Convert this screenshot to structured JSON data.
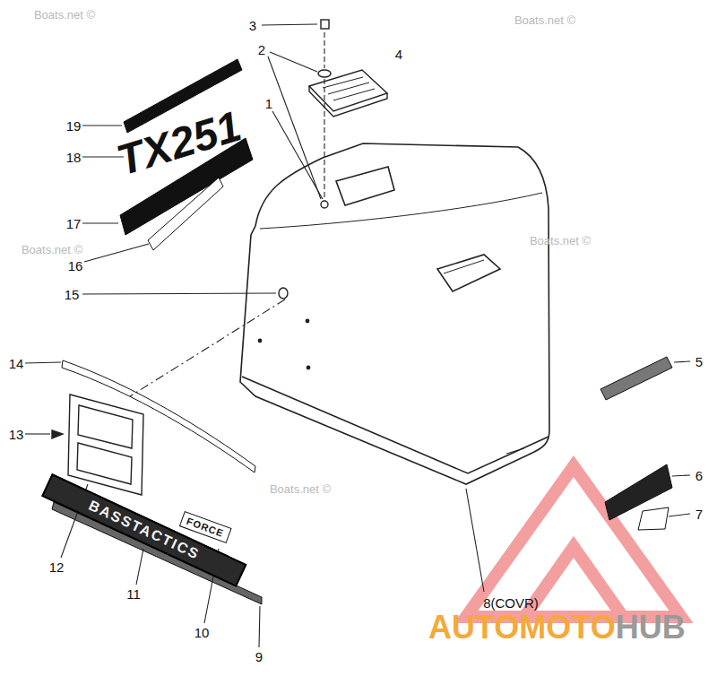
{
  "diagram": {
    "nodes": [
      {
        "text": [
          "BASSTACTICS"
        ]
      },
      {
        "text": [
          "FORCE"
        ]
      }
    ],
    "labels": [
      "Boats.net ©",
      "Boats.net ©",
      "Boats.net ©",
      "Boats.net ©",
      "Boats.net ©",
      "TX251",
      "1",
      "2",
      "3",
      "4",
      "5",
      "6",
      "7",
      "8(COVR)",
      "9",
      "10",
      "11",
      "12",
      "13",
      "14",
      "15",
      "16",
      "17",
      "18",
      "19",
      "AUTOMOTO",
      "HUB"
    ]
  }
}
